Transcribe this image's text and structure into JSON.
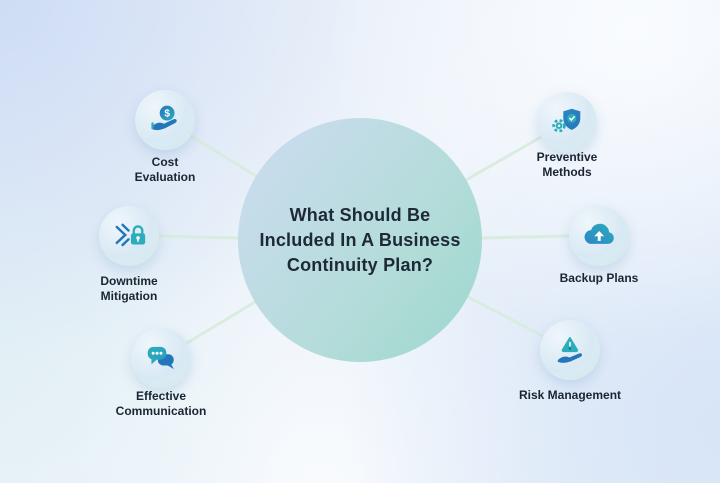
{
  "title": {
    "lines": [
      "What Should Be",
      "Included In A Business",
      "Continuity Plan?"
    ]
  },
  "nodes": {
    "cost": {
      "lines": [
        "Cost",
        "Evaluation"
      ],
      "icon": "hand-dollar-coin-icon"
    },
    "downtime": {
      "lines": [
        "Downtime",
        "Mitigation"
      ],
      "icon": "arrows-lock-icon"
    },
    "effective": {
      "lines": [
        "Effective",
        "Communication"
      ],
      "icon": "chat-bubbles-icon"
    },
    "preventive": {
      "lines": [
        "Preventive",
        "Methods"
      ],
      "icon": "shield-gear-icon"
    },
    "backup": {
      "lines": [
        "Backup Plans"
      ],
      "icon": "cloud-upload-icon"
    },
    "risk": {
      "lines": [
        "Risk Management"
      ],
      "icon": "hand-warning-triangle-icon"
    }
  },
  "colors": {
    "icon_blue": "#2476bb",
    "icon_teal": "#2badbc",
    "center_gradient_start": "#cadcee",
    "center_gradient_end": "#9bd7cc",
    "connector_line": "#d9ecdf",
    "text_dark": "#1d2936",
    "node_circle_bg": "#dcebf4",
    "background_tint": "#e8eef9"
  }
}
